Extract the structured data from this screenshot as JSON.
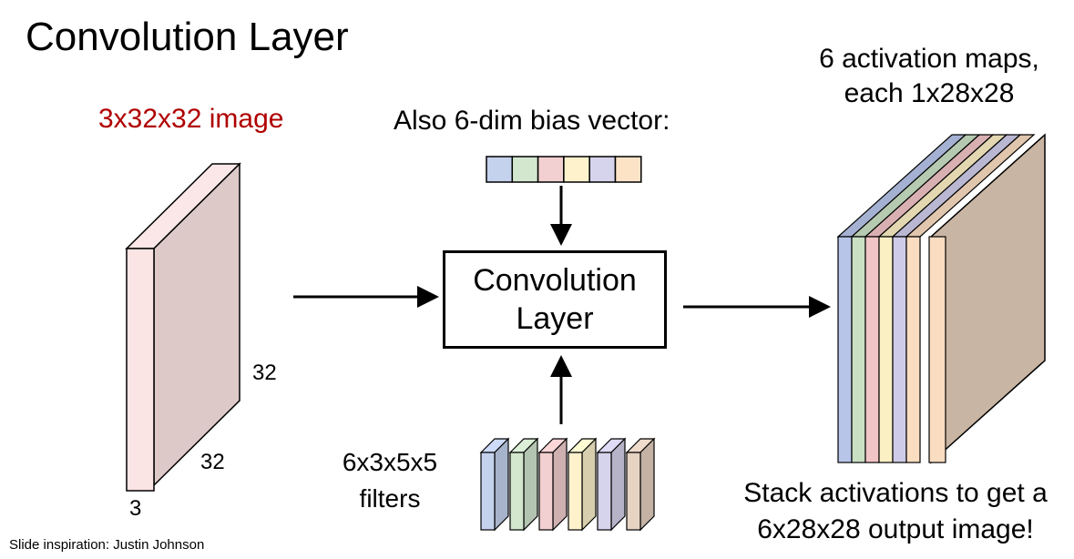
{
  "title": "Convolution Layer",
  "input": {
    "caption": "3x32x32 image",
    "caption_color": "#b00000",
    "dim_height": "32",
    "dim_width": "32",
    "dim_depth": "3"
  },
  "bias": {
    "caption": "Also 6-dim bias vector:",
    "colors": [
      "#c5d2ee",
      "#d3e7cf",
      "#f2cfd0",
      "#fdf2cc",
      "#d6d3ec",
      "#fde3c6"
    ]
  },
  "conv_box": {
    "line1": "Convolution",
    "line2": "Layer"
  },
  "filters": {
    "caption_line1": "6x3x5x5",
    "caption_line2": "filters",
    "colors": [
      "#c5d2ee",
      "#d3e7cf",
      "#f2cfd0",
      "#fdf2cc",
      "#d6d3ec",
      "#e6d3c2"
    ]
  },
  "output": {
    "caption_line1": "6 activation maps,",
    "caption_line2": "each 1x28x28",
    "stack_caption_line1": "Stack activations to get a",
    "stack_caption_line2": "6x28x28 output image!",
    "colors": [
      "#b7c5e9",
      "#c9e0c3",
      "#f1c4c6",
      "#fbefc4",
      "#cecbe8",
      "#fadcc1"
    ],
    "front_color": "#c9b5a3"
  },
  "credit": "Slide inspiration: Justin Johnson"
}
